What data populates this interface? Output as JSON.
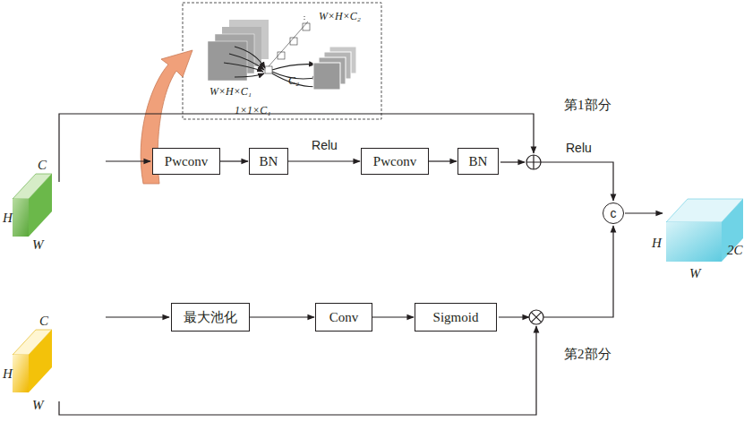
{
  "diagram": {
    "nodes": [
      {
        "text": [
          "Pwconv"
        ]
      },
      {
        "text": [
          "BN"
        ]
      },
      {
        "text": [
          "Pwconv"
        ]
      },
      {
        "text": [
          "BN"
        ]
      },
      {
        "text": [
          "最大池化"
        ]
      },
      {
        "text": [
          "Conv"
        ]
      },
      {
        "text": [
          "Sigmoid"
        ]
      },
      {
        "text": [
          "c"
        ]
      }
    ],
    "edges": [
      {
        "from": 0,
        "to": 1,
        "arrow": "to"
      },
      {
        "from": 1,
        "to": 2,
        "label": "Relu",
        "arrow": "to"
      },
      {
        "from": 2,
        "to": 3,
        "arrow": "to"
      },
      {
        "from": 4,
        "to": 5,
        "arrow": "to"
      },
      {
        "from": 5,
        "to": 6,
        "arrow": "to"
      }
    ],
    "labels": [
      "W×H×C₂",
      "C₂",
      "W×H×C₁",
      "1×1×C₁",
      "第1部分",
      "Relu",
      "C",
      "H",
      "W",
      "C",
      "H",
      "W",
      "H",
      "2C",
      "W",
      "第2部分"
    ]
  }
}
